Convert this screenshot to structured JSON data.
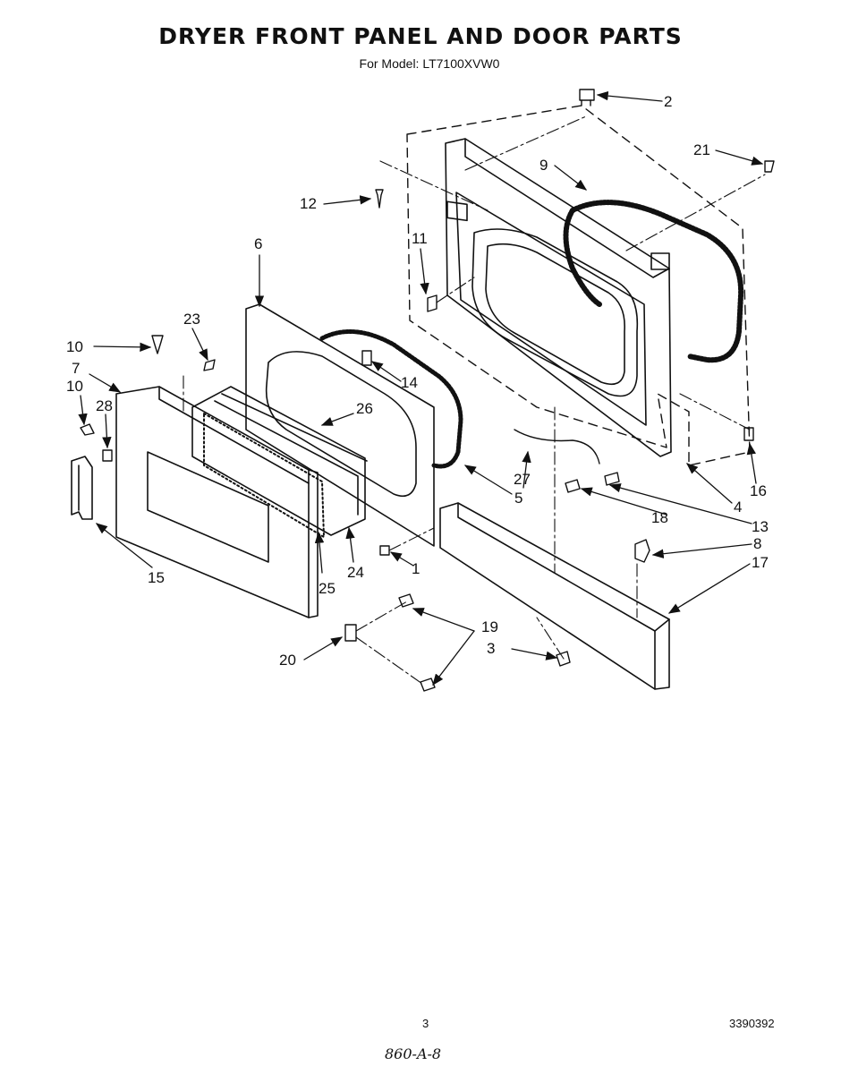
{
  "title": "DRYER FRONT PANEL AND DOOR PARTS",
  "subtitle": "For Model: LT7100XVW0",
  "callouts": {
    "c1": "1",
    "c2": "2",
    "c3": "3",
    "c4": "4",
    "c5": "5",
    "c6": "6",
    "c7": "7",
    "c8": "8",
    "c9": "9",
    "c10a": "10",
    "c10b": "10",
    "c11": "11",
    "c12": "12",
    "c13": "13",
    "c14": "14",
    "c15": "15",
    "c16": "16",
    "c17": "17",
    "c18": "18",
    "c19": "19",
    "c20": "20",
    "c21": "21",
    "c23": "23",
    "c24": "24",
    "c25": "25",
    "c26": "26",
    "c27": "27",
    "c28": "28"
  },
  "footer": {
    "page_number": "3",
    "doc_number": "3390392",
    "handwritten_note": "860-A-8"
  }
}
